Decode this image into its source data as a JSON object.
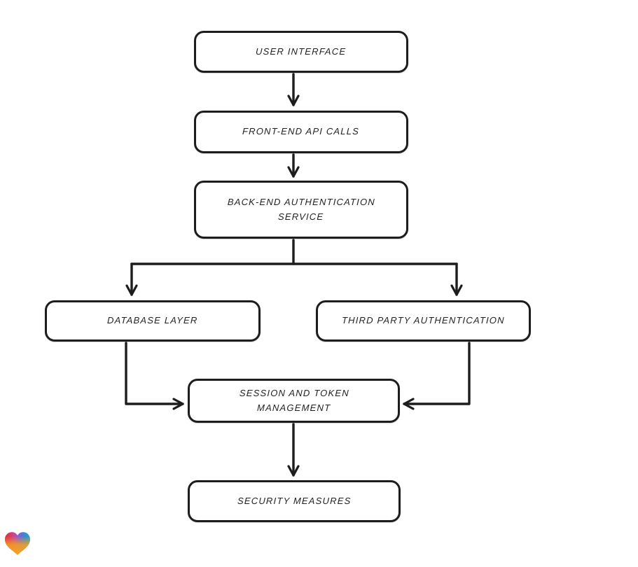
{
  "canvas": {
    "background": "#ffffff"
  },
  "diagram": {
    "type": "flowchart",
    "stroke_color": "#1d1d1d",
    "node_fill": "#ffffff",
    "nodes": [
      {
        "id": "user-interface",
        "label": "USER INTERFACE"
      },
      {
        "id": "front-end-api-calls",
        "label": "FRONT-END API CALLS"
      },
      {
        "id": "back-end-authentication-service",
        "label": "BACK-END AUTHENTICATION SERVICE"
      },
      {
        "id": "database-layer",
        "label": "DATABASE LAYER"
      },
      {
        "id": "third-party-authentication",
        "label": "THIRD PARTY AUTHENTICATION"
      },
      {
        "id": "session-and-token-management",
        "label": "SESSION AND TOKEN MANAGEMENT"
      },
      {
        "id": "security-measures",
        "label": "SECURITY MEASURES"
      }
    ],
    "edges": [
      {
        "from": "user-interface",
        "to": "front-end-api-calls"
      },
      {
        "from": "front-end-api-calls",
        "to": "back-end-authentication-service"
      },
      {
        "from": "back-end-authentication-service",
        "to": "database-layer"
      },
      {
        "from": "back-end-authentication-service",
        "to": "third-party-authentication"
      },
      {
        "from": "database-layer",
        "to": "session-and-token-management"
      },
      {
        "from": "third-party-authentication",
        "to": "session-and-token-management"
      },
      {
        "from": "session-and-token-management",
        "to": "security-measures"
      }
    ]
  },
  "branding": {
    "logo": "whimsical-heart-logo",
    "logo_colors": {
      "red": "#e62b2a",
      "magenta": "#c44a9e",
      "purple": "#7a64d8",
      "blue": "#2f8fd4",
      "teal": "#2aa4bf",
      "orange": "#f79f1f"
    }
  }
}
